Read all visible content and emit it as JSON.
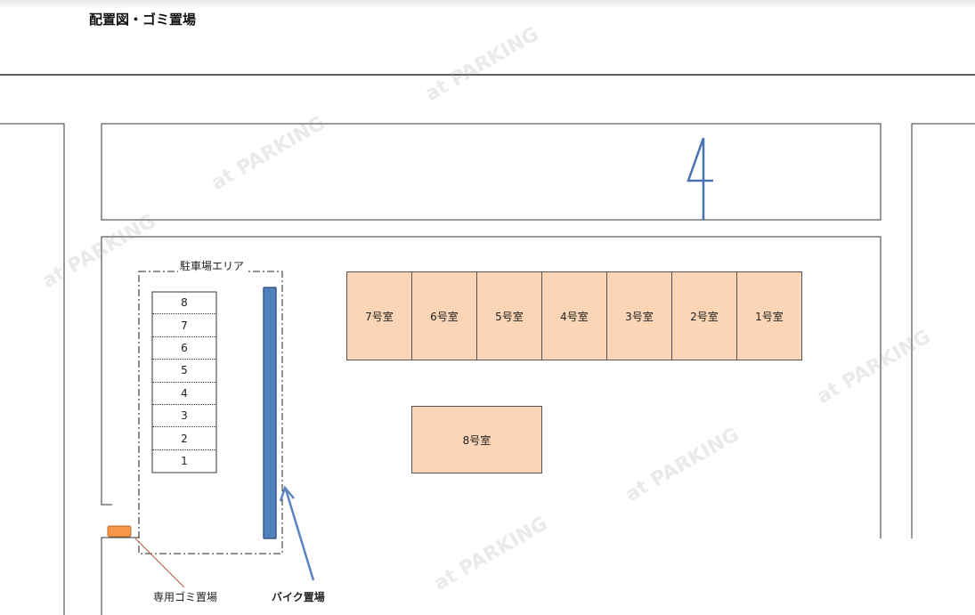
{
  "title": "配置図・ゴミ置場",
  "parking_area": {
    "label": "駐車場エリア",
    "slots": [
      "8",
      "7",
      "6",
      "5",
      "4",
      "3",
      "2",
      "1"
    ]
  },
  "rooms": [
    "7号室",
    "6号室",
    "5号室",
    "4号室",
    "3号室",
    "2号室",
    "1号室"
  ],
  "room_8": "8号室",
  "handwritten_mark": "4",
  "labels": {
    "trash": "専用ゴミ置場",
    "bike": "バイク置場"
  },
  "watermark": "at PARKING",
  "colors": {
    "room_fill": "#fbd5b5",
    "bike_bar": "#4f81bd",
    "trash": "#f79646",
    "arrow": "#5b84c0"
  }
}
